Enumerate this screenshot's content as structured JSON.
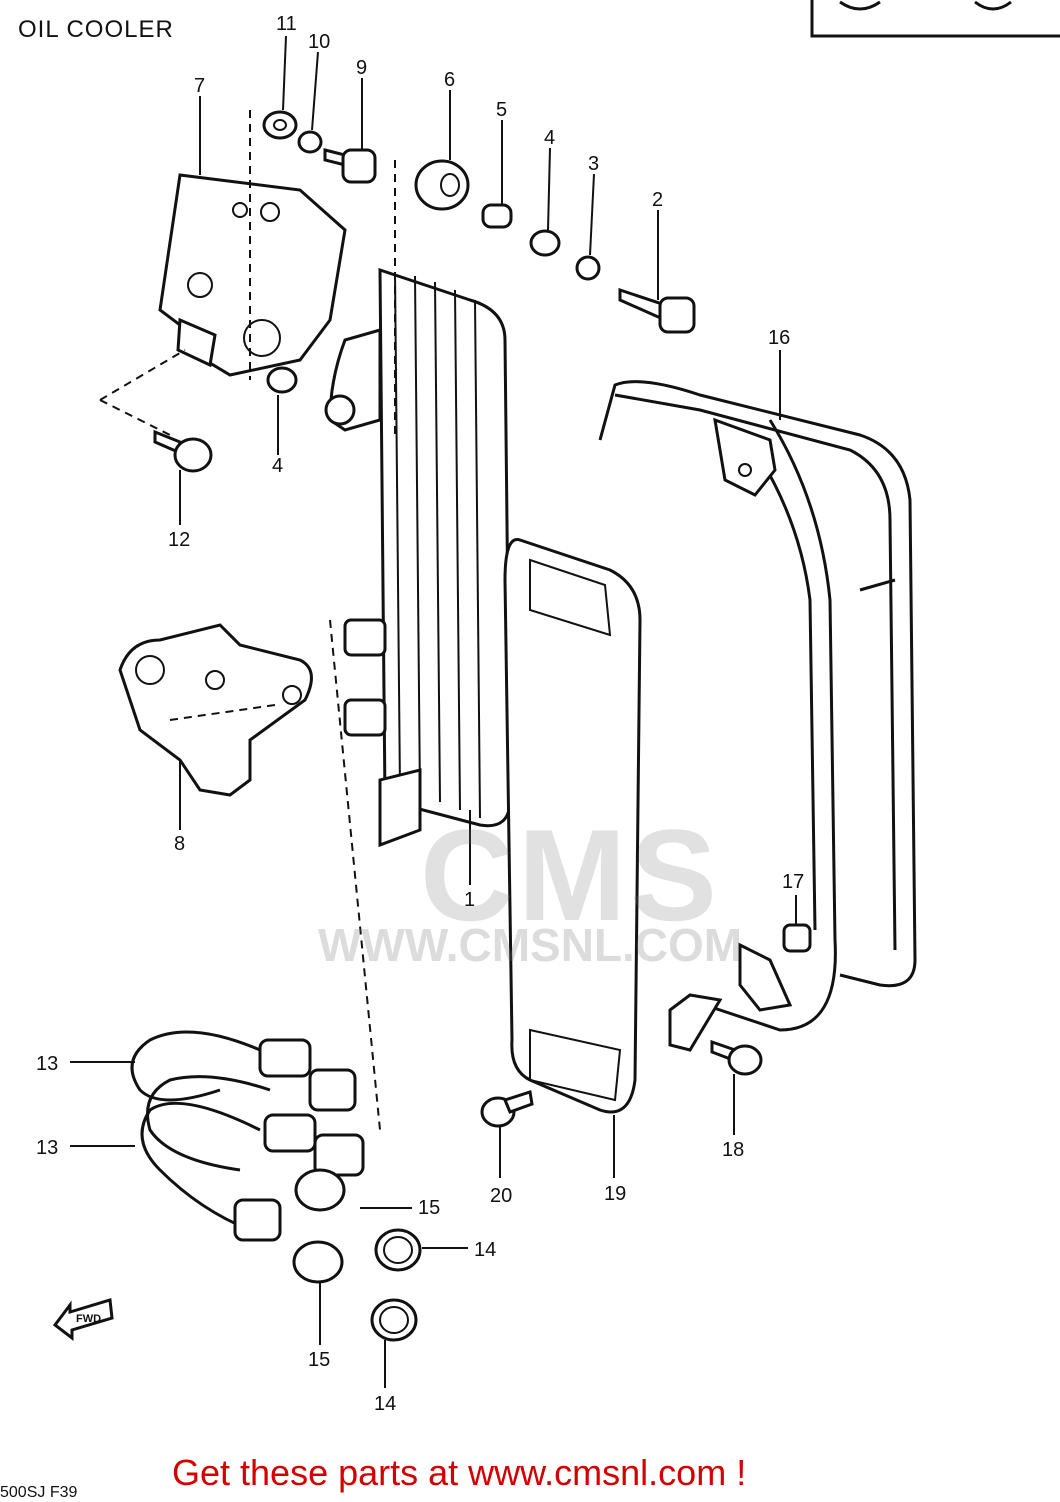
{
  "title": "OIL COOLER",
  "page_code": "500SJ F39",
  "footer_link": "Get these parts at www.cmsnl.com !",
  "watermark": {
    "main": "CMS",
    "url": "WWW.CMSNL.COM"
  },
  "fwd_label": "FWD",
  "callouts": {
    "c1": "1",
    "c2": "2",
    "c3": "3",
    "c4a": "4",
    "c4b": "4",
    "c5": "5",
    "c6": "6",
    "c7": "7",
    "c8": "8",
    "c9": "9",
    "c10": "10",
    "c11": "11",
    "c12": "12",
    "c13a": "13",
    "c13b": "13",
    "c14a": "14",
    "c14b": "14",
    "c15a": "15",
    "c15b": "15",
    "c16": "16",
    "c17": "17",
    "c18": "18",
    "c19": "19",
    "c20": "20"
  },
  "colors": {
    "lines": "#111111",
    "footer": "#d40000",
    "watermark": "#999999"
  }
}
